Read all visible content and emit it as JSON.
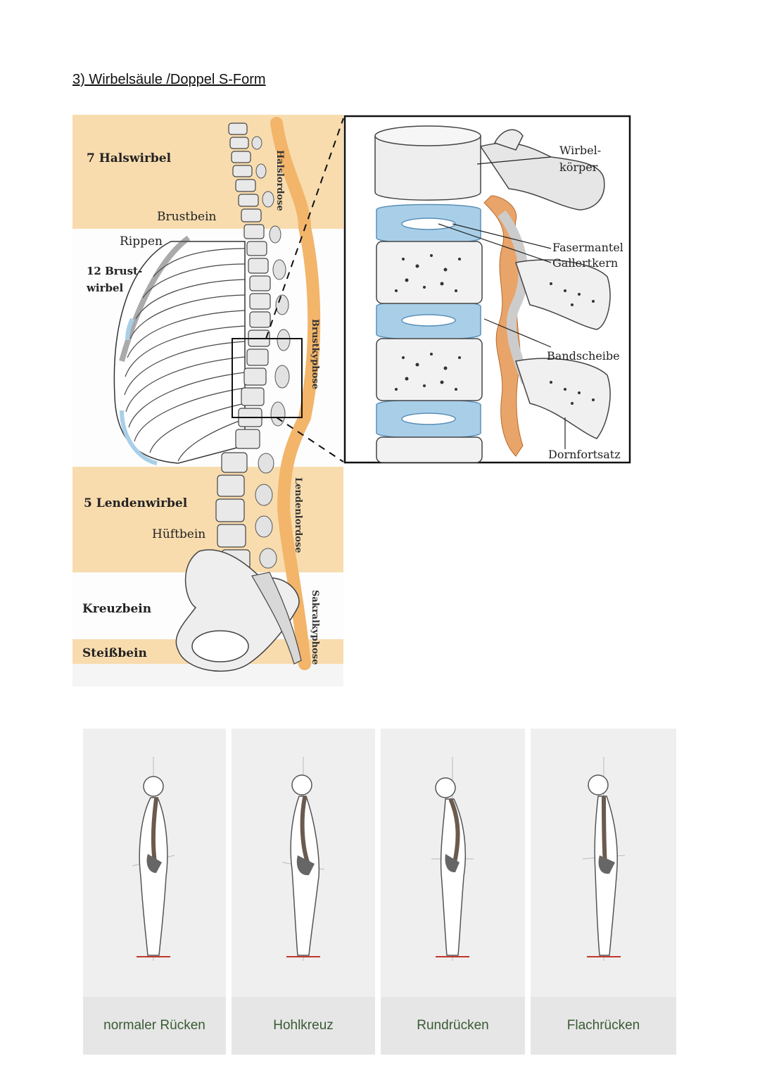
{
  "heading": "3) Wirbelsäule /Doppel S-Form",
  "spine_figure": {
    "labels": {
      "halswirbel": "7 Halswirbel",
      "brustbein": "Brustbein",
      "rippen": "Rippen",
      "brustwirbel_1": "12 Brust-",
      "brustwirbel_2": "wirbel",
      "lendenwirbel": "5 Lendenwirbel",
      "hueftbein": "Hüftbein",
      "kreuzbein": "Kreuzbein",
      "steissbein": "Steißbein"
    },
    "curves": {
      "halslordose": "Halslordose",
      "brustkyphose": "Brustkyphose",
      "lendenlordose": "Lendenlordose",
      "sakralkyphose": "Sakralkyphose"
    },
    "inset": {
      "wirbelkoerper_1": "Wirbel-",
      "wirbelkoerper_2": "körper",
      "fasermantel": "Fasermantel",
      "gallertkern": "Gallertkern",
      "bandscheibe": "Bandscheibe",
      "dornfortsatz": "Dornfortsatz"
    },
    "colors": {
      "band": "#f8dcae",
      "curve": "#f2b56a",
      "disc": "#a9cfe8",
      "bone": "#e9e9e9"
    }
  },
  "postures": [
    {
      "label": "normaler Rücken"
    },
    {
      "label": "Hohlkreuz"
    },
    {
      "label": "Rundrücken"
    },
    {
      "label": "Flachrücken"
    }
  ]
}
